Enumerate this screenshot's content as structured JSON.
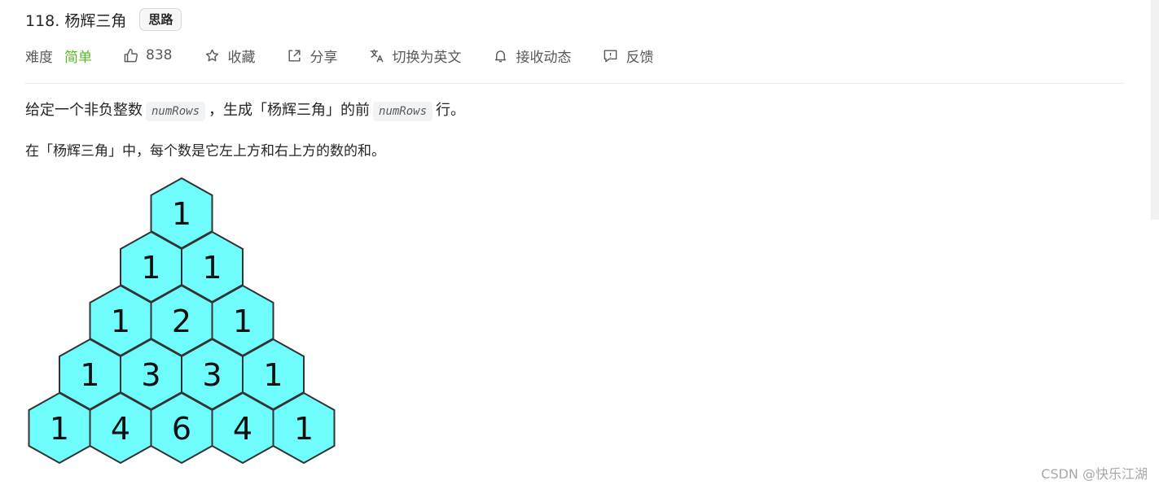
{
  "problem": {
    "title": "118. 杨辉三角",
    "tag": "思路"
  },
  "meta": {
    "difficulty_label": "难度",
    "difficulty_value": "简单",
    "likes": "838",
    "favorite": "收藏",
    "share": "分享",
    "translate": "切换为英文",
    "notify": "接收动态",
    "feedback": "反馈"
  },
  "description": {
    "p1_a": "给定一个非负整数",
    "p1_code1": "numRows",
    "p1_b": "，生成「杨辉三角」的前",
    "p1_code2": "numRows",
    "p1_c": "行。",
    "p2": "在「杨辉三角」中，每个数是它左上方和右上方的数的和。"
  },
  "pascal_triangle": {
    "rows": [
      [
        "1"
      ],
      [
        "1",
        "1"
      ],
      [
        "1",
        "2",
        "1"
      ],
      [
        "1",
        "3",
        "3",
        "1"
      ],
      [
        "1",
        "4",
        "6",
        "4",
        "1"
      ]
    ],
    "hex_fill": "#6ffcfc",
    "hex_stroke": "#333333"
  },
  "colors": {
    "easy_green": "#5ab726",
    "text": "#262626",
    "muted": "#595959"
  },
  "watermark": "CSDN @快乐江湖"
}
